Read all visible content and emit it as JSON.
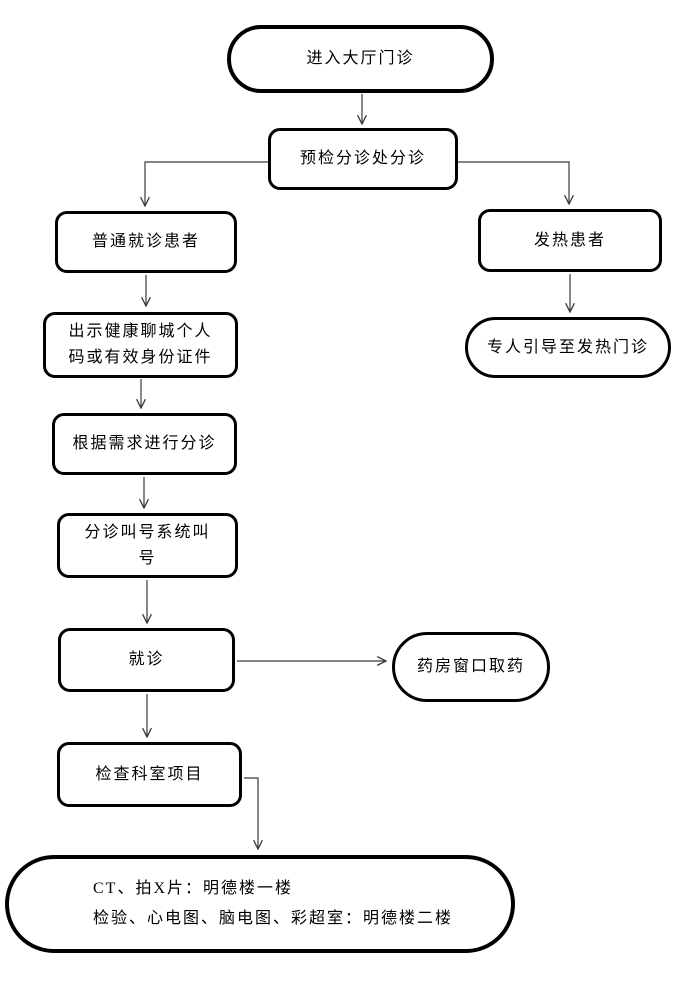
{
  "diagram": {
    "type": "flowchart",
    "background": "#ffffff",
    "colors": {
      "node_border": "#000000",
      "node_fill": "#ffffff",
      "connector": "#3a3a3a",
      "text": "#000000"
    },
    "nodes": {
      "enter_hall": {
        "shape": "oval",
        "label": "进入大厅门诊"
      },
      "triage_station": {
        "shape": "rect",
        "label": "预检分诊处分诊"
      },
      "normal_patient": {
        "shape": "rect",
        "label": "普通就诊患者"
      },
      "fever_patient": {
        "shape": "rect",
        "label": "发热患者"
      },
      "fever_guide": {
        "shape": "oval",
        "label": "专人引导至发热门诊"
      },
      "show_code": {
        "shape": "rect",
        "label": "出示健康聊城个人\n码或有效身份证件"
      },
      "triage_by_need": {
        "shape": "rect",
        "label": "根据需求进行分诊"
      },
      "call_number": {
        "shape": "rect",
        "label": "分诊叫号系统叫\n号"
      },
      "visit": {
        "shape": "rect",
        "label": "就诊"
      },
      "pharmacy": {
        "shape": "oval",
        "label": "药房窗口取药"
      },
      "check_dept": {
        "shape": "rect",
        "label": "检查科室项目"
      },
      "locations": {
        "shape": "oval",
        "label": "CT、拍X片：明德楼一楼\n检验、心电图、脑电图、彩超室：明德楼二楼"
      }
    },
    "edges": [
      {
        "from": "enter_hall",
        "to": "triage_station"
      },
      {
        "from": "triage_station",
        "to": "normal_patient"
      },
      {
        "from": "triage_station",
        "to": "fever_patient"
      },
      {
        "from": "fever_patient",
        "to": "fever_guide"
      },
      {
        "from": "normal_patient",
        "to": "show_code"
      },
      {
        "from": "show_code",
        "to": "triage_by_need"
      },
      {
        "from": "triage_by_need",
        "to": "call_number"
      },
      {
        "from": "call_number",
        "to": "visit"
      },
      {
        "from": "visit",
        "to": "pharmacy"
      },
      {
        "from": "visit",
        "to": "check_dept"
      },
      {
        "from": "check_dept",
        "to": "locations"
      }
    ]
  }
}
